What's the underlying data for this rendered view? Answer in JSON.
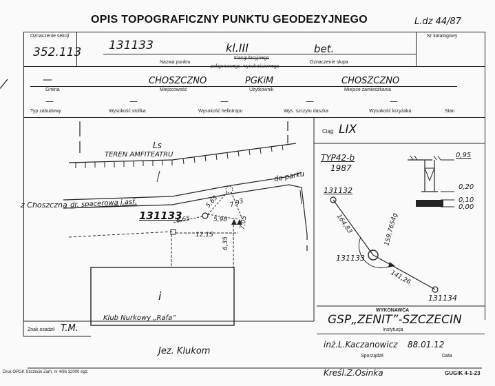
{
  "header": {
    "title": "OPIS TOPOGRAFICZNY PUNKTU GEODEZYJNEGO",
    "ldz": "L.dz 44/87"
  },
  "top_row": {
    "section_label": "Oznaczenie sekcji",
    "section_value": "352.113",
    "point_number": "131133",
    "point_class": "kl.III",
    "pillar_mark": "bet.",
    "catalog_label": "Nr katalogowy",
    "name_label": "Nazwa punktu",
    "type_line1": "triangulacyjnego",
    "type_line2": "poligonowego: wysokościowego",
    "pillar_label": "Oznaczenie słupa"
  },
  "location_row": {
    "gmina_value": "—",
    "gmina_label": "Gmina",
    "locality_value": "CHOSZCZNO",
    "locality_label": "Miejscowość",
    "user_value": "PGKiM",
    "user_label": "Użytkownik",
    "residence_value": "CHOSZCZNO",
    "residence_label": "Miejsce zamieszkania"
  },
  "heights_row": {
    "labels": [
      "Typ zabudowy",
      "Wysokość stolika",
      "Wysokość heliotropu",
      "Wys. szczytu daszka",
      "Wysokość krzyżaka",
      "Stan"
    ],
    "values": [
      "—",
      "—",
      "—",
      "—",
      "—"
    ]
  },
  "sketch": {
    "ls": "Ls",
    "amphitheatre": "TEREN AMFITEATRU",
    "to_park": "do parku",
    "from_town": "z Choszczna",
    "road": "dr. spacerowa j.asf.",
    "point": "131133",
    "d1": "8,65",
    "d2": "5,98",
    "d3": "12,15",
    "d4": "6,35",
    "d5": "7,05",
    "d6": "7,93",
    "d7": "5,65",
    "building_symbol": "i",
    "building_name": "Klub Nurkowy „Rafa”",
    "witness_label": "Znak osadził",
    "witness_value": "T.M.",
    "lake": "Jez. Klukom"
  },
  "right_panel": {
    "ciag_label": "Ciąg",
    "ciag_value": "LIX",
    "typ": "TYP42-b",
    "year": "1987",
    "dim_top": "0,95",
    "dim_a": "0,20",
    "dim_b": "0,10",
    "dim_c": "0,00",
    "pt_a": "131132",
    "pt_center": "131133",
    "pt_b": "131134",
    "dist_a": "164,83",
    "angle": "159,7654g",
    "dist_b": "141,26"
  },
  "executor": {
    "label": "WYKONAWCA",
    "value": "GSP„ZENIT”-SZCZECIN",
    "institution_label": "Instytucja",
    "author": "inż.L.Kaczanowicz",
    "date": "88.01.12",
    "author_label": "Sporządził",
    "date_label": "Data"
  },
  "footer": {
    "print": "Druk OPGK Szczecin Zam. nr 4/86   32000 egz.",
    "drawn": "Kreśl.Z.Osinka",
    "code": "GUGiK 4-1-23"
  }
}
